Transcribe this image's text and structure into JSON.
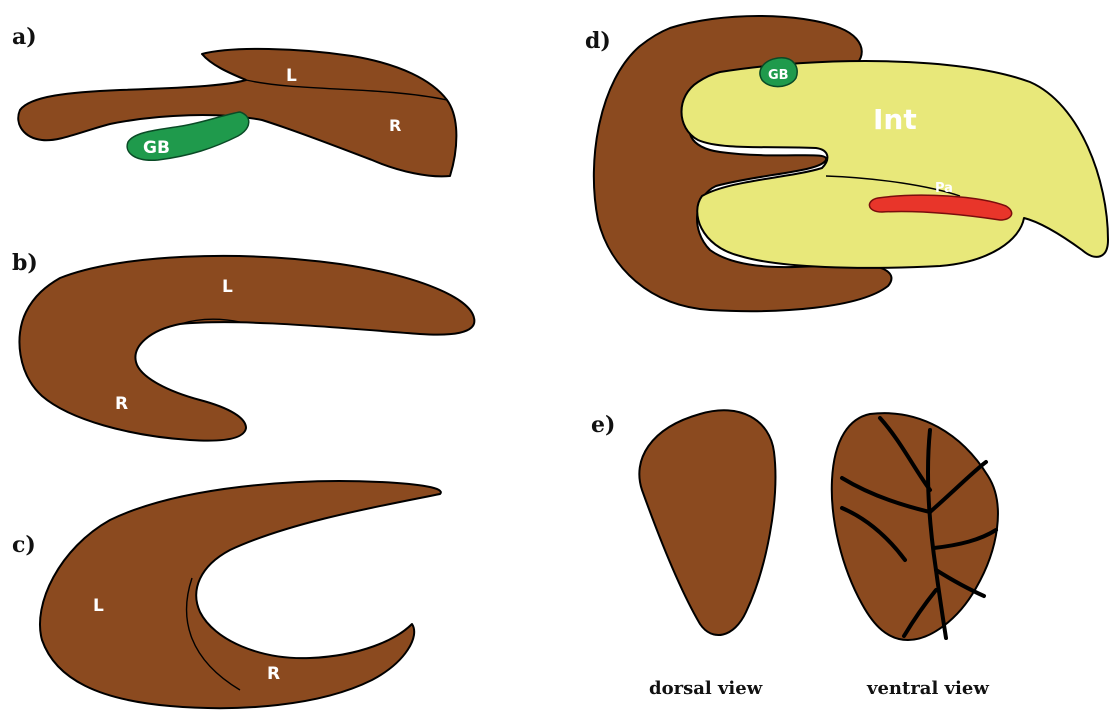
{
  "colors": {
    "liver": "#8B4A1F",
    "gallbladder": "#1F9A4C",
    "intestine": "#E8E87A",
    "pancreas": "#E8352A"
  },
  "panels": {
    "a": {
      "letter": "a)",
      "labels": {
        "left_lobe": "L",
        "right_lobe": "R",
        "gallbladder": "GB"
      }
    },
    "b": {
      "letter": "b)",
      "labels": {
        "left_lobe": "L",
        "right_lobe": "R"
      }
    },
    "c": {
      "letter": "c)",
      "labels": {
        "left_lobe": "L",
        "right_lobe": "R"
      }
    },
    "d": {
      "letter": "d)",
      "labels": {
        "gallbladder": "GB",
        "intestine": "Int",
        "pancreas": "Pa"
      }
    },
    "e": {
      "letter": "e)",
      "captions": {
        "dorsal": "dorsal view",
        "ventral": "ventral view"
      }
    }
  }
}
